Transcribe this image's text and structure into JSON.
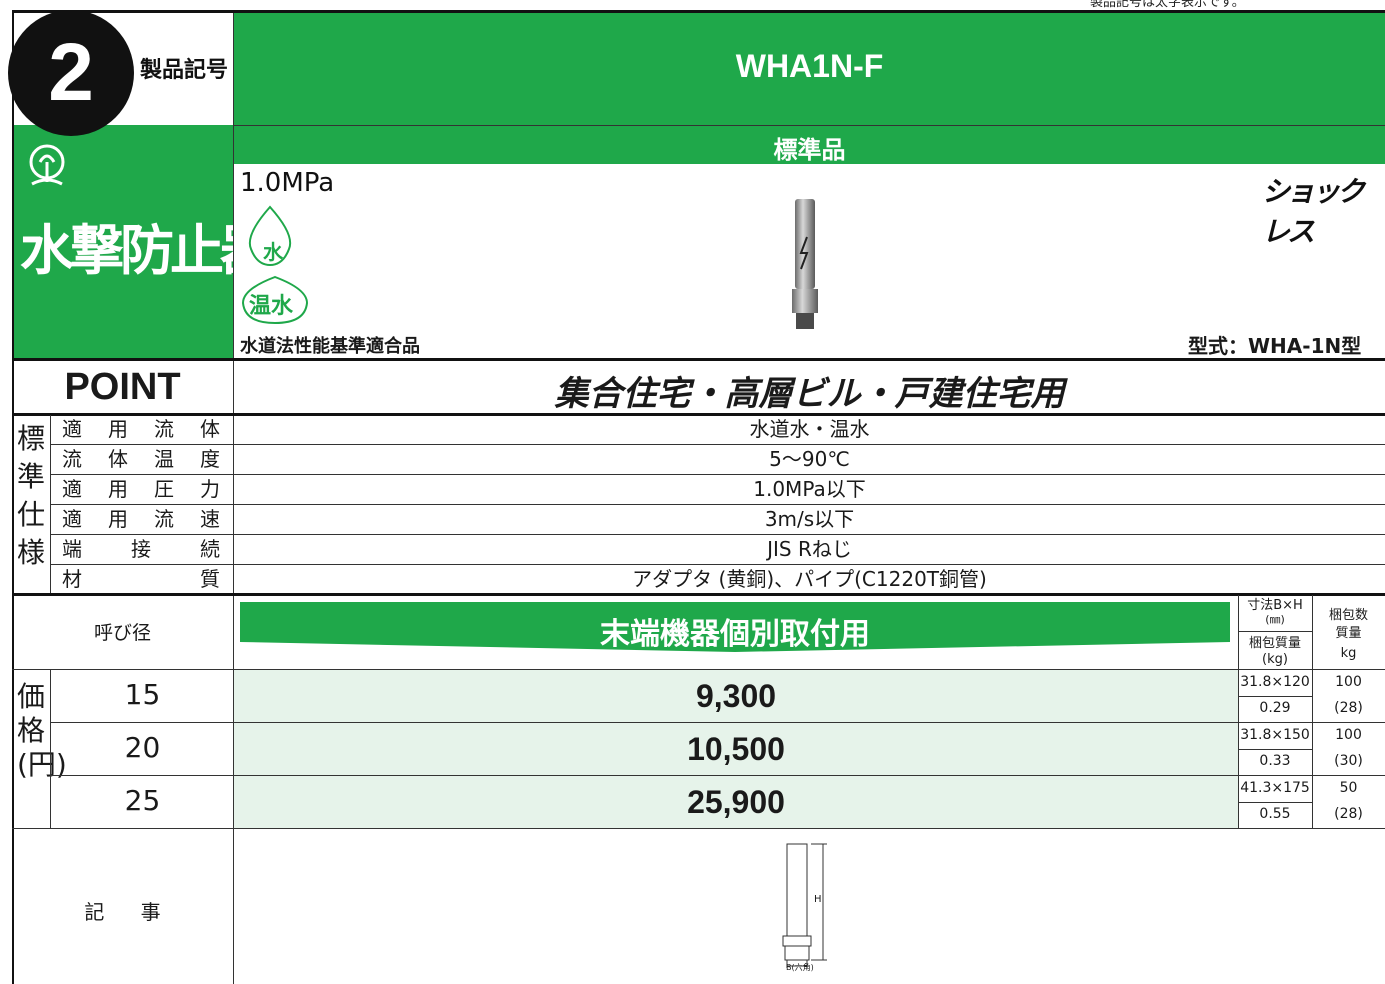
{
  "header": {
    "top_text": "製品記号は太字表示です。",
    "section_number": "2",
    "code_label": "製品記号",
    "product_code": "WHA1N-F",
    "standard_label": "標準品",
    "category": "水撃防止器"
  },
  "product": {
    "pressure": "1.0MPa",
    "brand": "ショックレス",
    "fluid_icons": [
      "水",
      "温水"
    ],
    "certification": "水道法性能基準適合品",
    "model": "型式：WHA-1N型"
  },
  "point": {
    "label": "POINT",
    "text": "集合住宅・高層ビル・戸建住宅用"
  },
  "spec": {
    "section_label": "標準仕様",
    "rows": [
      {
        "key": [
          "適",
          "用",
          "流",
          "体"
        ],
        "value": "水道水・温水"
      },
      {
        "key": [
          "流",
          "体",
          "温",
          "度"
        ],
        "value": "5〜90℃"
      },
      {
        "key": [
          "適",
          "用",
          "圧",
          "力"
        ],
        "value": "1.0MPa以下"
      },
      {
        "key": [
          "適",
          "用",
          "流",
          "速"
        ],
        "value": "3m/s以下"
      },
      {
        "key": [
          "端",
          "接",
          "続"
        ],
        "value": "JIS Rねじ"
      },
      {
        "key": [
          "材",
          "質"
        ],
        "value": "アダプタ (黄銅)、パイプ(C1220T銅管)"
      }
    ]
  },
  "price_table": {
    "nominal_header": "呼び径",
    "use_header": "末端機器個別取付用",
    "dim_header_1": "寸法B×H",
    "dim_header_2": "(㎜)",
    "weight_header_1": "梱包質量",
    "weight_header_2": "(kg)",
    "pack_header_1": "梱包数",
    "pack_header_2": "質量",
    "pack_header_3": "kg",
    "section_label": "価格(円)",
    "rows": [
      {
        "nominal": "15",
        "price": "9,300",
        "dim": "31.8×120",
        "weight": "0.29",
        "pack": "100",
        "pack_weight": "(28)"
      },
      {
        "nominal": "20",
        "price": "10,500",
        "dim": "31.8×150",
        "weight": "0.33",
        "pack": "100",
        "pack_weight": "(30)"
      },
      {
        "nominal": "25",
        "price": "25,900",
        "dim": "41.3×175",
        "weight": "0.55",
        "pack": "50",
        "pack_weight": "(28)"
      }
    ]
  },
  "notes": {
    "label": "記 事",
    "drawing_h": "H",
    "drawing_b": "B(六角)"
  },
  "colors": {
    "accent": "#1fa84a",
    "light_accent": "#e6f3ea"
  }
}
